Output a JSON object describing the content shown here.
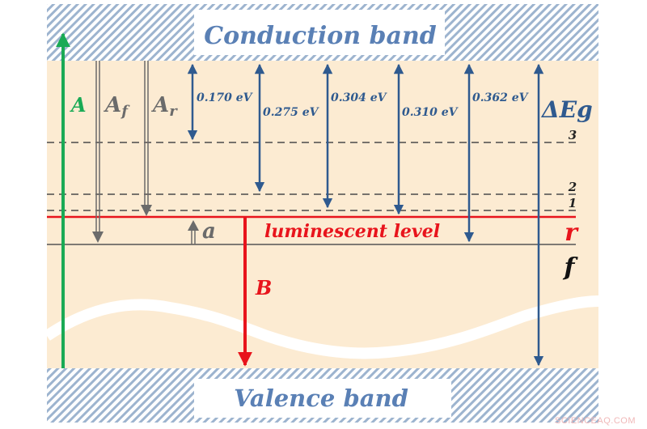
{
  "bands": {
    "conduction": "Conduction band",
    "valence": "Valence band"
  },
  "transitions": {
    "A": "A",
    "Af_main": "A",
    "Af_sub": "f",
    "Ar_main": "A",
    "Ar_sub": "r",
    "a": "a",
    "B": "B",
    "dEg": "ΔEg"
  },
  "energies": [
    {
      "label": "0.170 eV"
    },
    {
      "label": "0.275 eV"
    },
    {
      "label": "0.304 eV"
    },
    {
      "label": "0.310 eV"
    },
    {
      "label": "0.362 eV"
    }
  ],
  "levels": {
    "l3": "3",
    "l2": "2",
    "l1": "1",
    "luminescent": "luminescent level",
    "r": "r",
    "f": "f"
  },
  "colors": {
    "hatch": "#9db4cf",
    "beige": "#fcebd2",
    "blue": "#2f5a8f",
    "band_text": "#5a80b5",
    "green": "#1aaa55",
    "red": "#e8141c",
    "gray": "#6b6b6b",
    "dash": "#4a4a4a"
  },
  "watermark": "SCIENCEAQ.COM"
}
